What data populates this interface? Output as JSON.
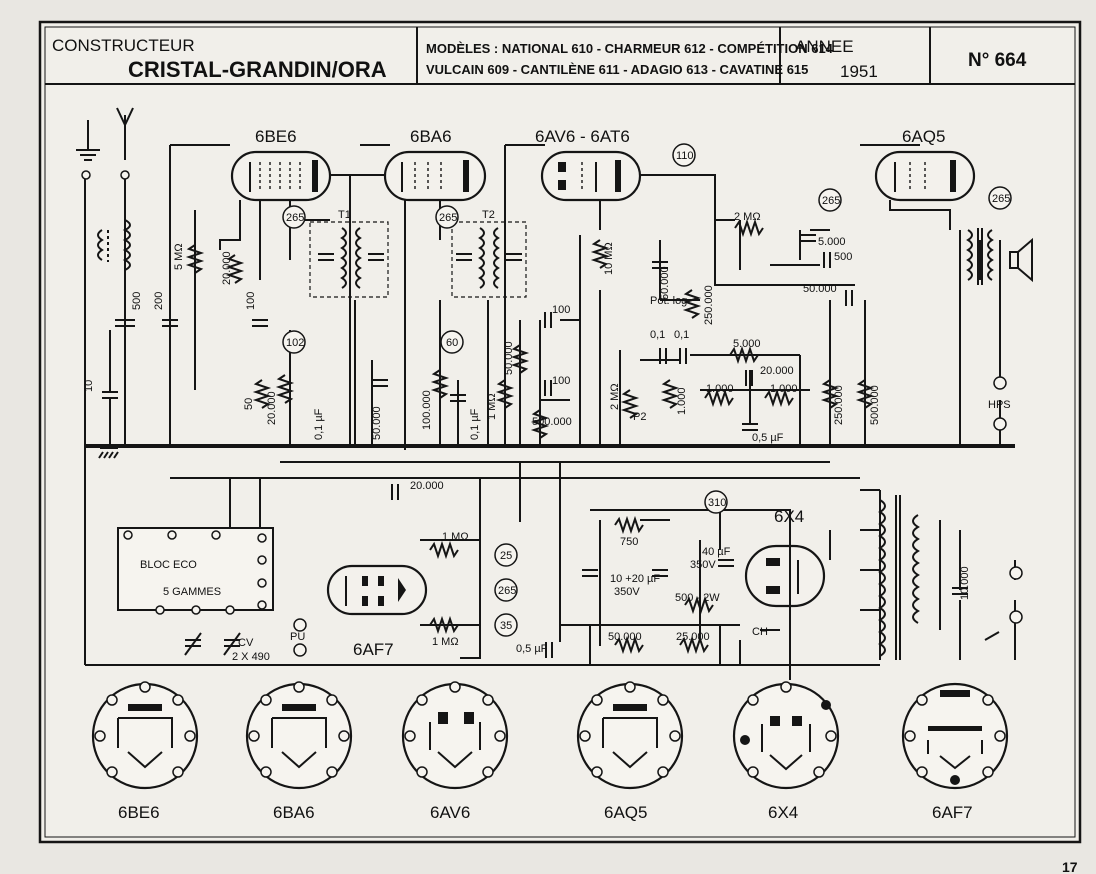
{
  "header": {
    "constructeur_label": "CONSTRUCTEUR",
    "constructeur_name": "CRISTAL-GRANDIN/ORA",
    "modeles_line1": "MODÈLES : NATIONAL 610 - CHARMEUR 612 - COMPÉTITION 614",
    "modeles_line2": "VULCAIN 609 - CANTILÈNE 611 - ADAGIO 613 - CAVATINE 615",
    "annee_label": "ANNEE",
    "annee_value": "1951",
    "numero": "N° 664"
  },
  "page_number": "17",
  "tubes": {
    "t1": "6BE6",
    "t2": "6BA6",
    "t3": "6AV6 - 6AT6",
    "t4": "6AQ5",
    "t5": "6AF7",
    "t6": "6X4"
  },
  "transformers": {
    "t1": "T1",
    "t2": "T2"
  },
  "voltages": {
    "v110": "110",
    "v265a": "265",
    "v265b": "265",
    "v265c": "265",
    "v102": "102",
    "v60": "60",
    "v265d": "265",
    "v265e": "265",
    "v25": "25",
    "v35": "35",
    "v310": "310"
  },
  "components": {
    "c10": "10",
    "c500": "500",
    "c200": "200",
    "r5m": "5 MΩ",
    "r20k_a": "20.000",
    "c100_a": "100",
    "r50": "50",
    "r20k_b": "20.000",
    "c01uf_a": "0,1 µF",
    "c50k_a": "50.000",
    "r100k": "100.000",
    "c01uf_b": "0,1 µF",
    "r1m_a": "1 MΩ",
    "r50k": "50.000",
    "c100_b": "100",
    "c100_c": "100",
    "r500k": "500.000",
    "r10m": "10 MΩ",
    "c50k_b": "50.000",
    "pot_log": "Pot. log",
    "pot_250k": "250.000",
    "c01_a": "0,1",
    "c01_b": "0,1",
    "r2m": "2 MΩ",
    "p2": "P2",
    "r1k_a": "1.000",
    "r5k": "5.000",
    "c20k": "20.000",
    "r1k_b": "1.000",
    "r1k_c": "1.000",
    "c05uf_a": "0,5 µF",
    "r250k": "250.000",
    "r500k_b": "500.000",
    "r2m_b": "2 MΩ",
    "c5k": "5.000",
    "c500_b": "500",
    "c50k_c": "50.000",
    "hps": "HPS",
    "c20k_b": "20.000",
    "r1m_b": "1 MΩ",
    "r1m_c": "1 MΩ",
    "r750": "750",
    "cap_10_20": "10 +20 µF",
    "v350a": "350V",
    "cap_40": "40 µF",
    "v350b": "350V",
    "r500_2w": "500 - 2W",
    "r50k_b": "50.000",
    "r25k": "25.000",
    "c05uf_b": "0,5 µF",
    "ch": "CH",
    "c10k": "10.000"
  },
  "bloc": {
    "title": "BLOC   ECO",
    "subtitle": "5 GAMMES",
    "cv_label": "CV",
    "cv_value": "2 X 490",
    "pu_label": "PU"
  },
  "sockets": [
    "6BE6",
    "6BA6",
    "6AV6",
    "6AQ5",
    "6X4",
    "6AF7"
  ]
}
